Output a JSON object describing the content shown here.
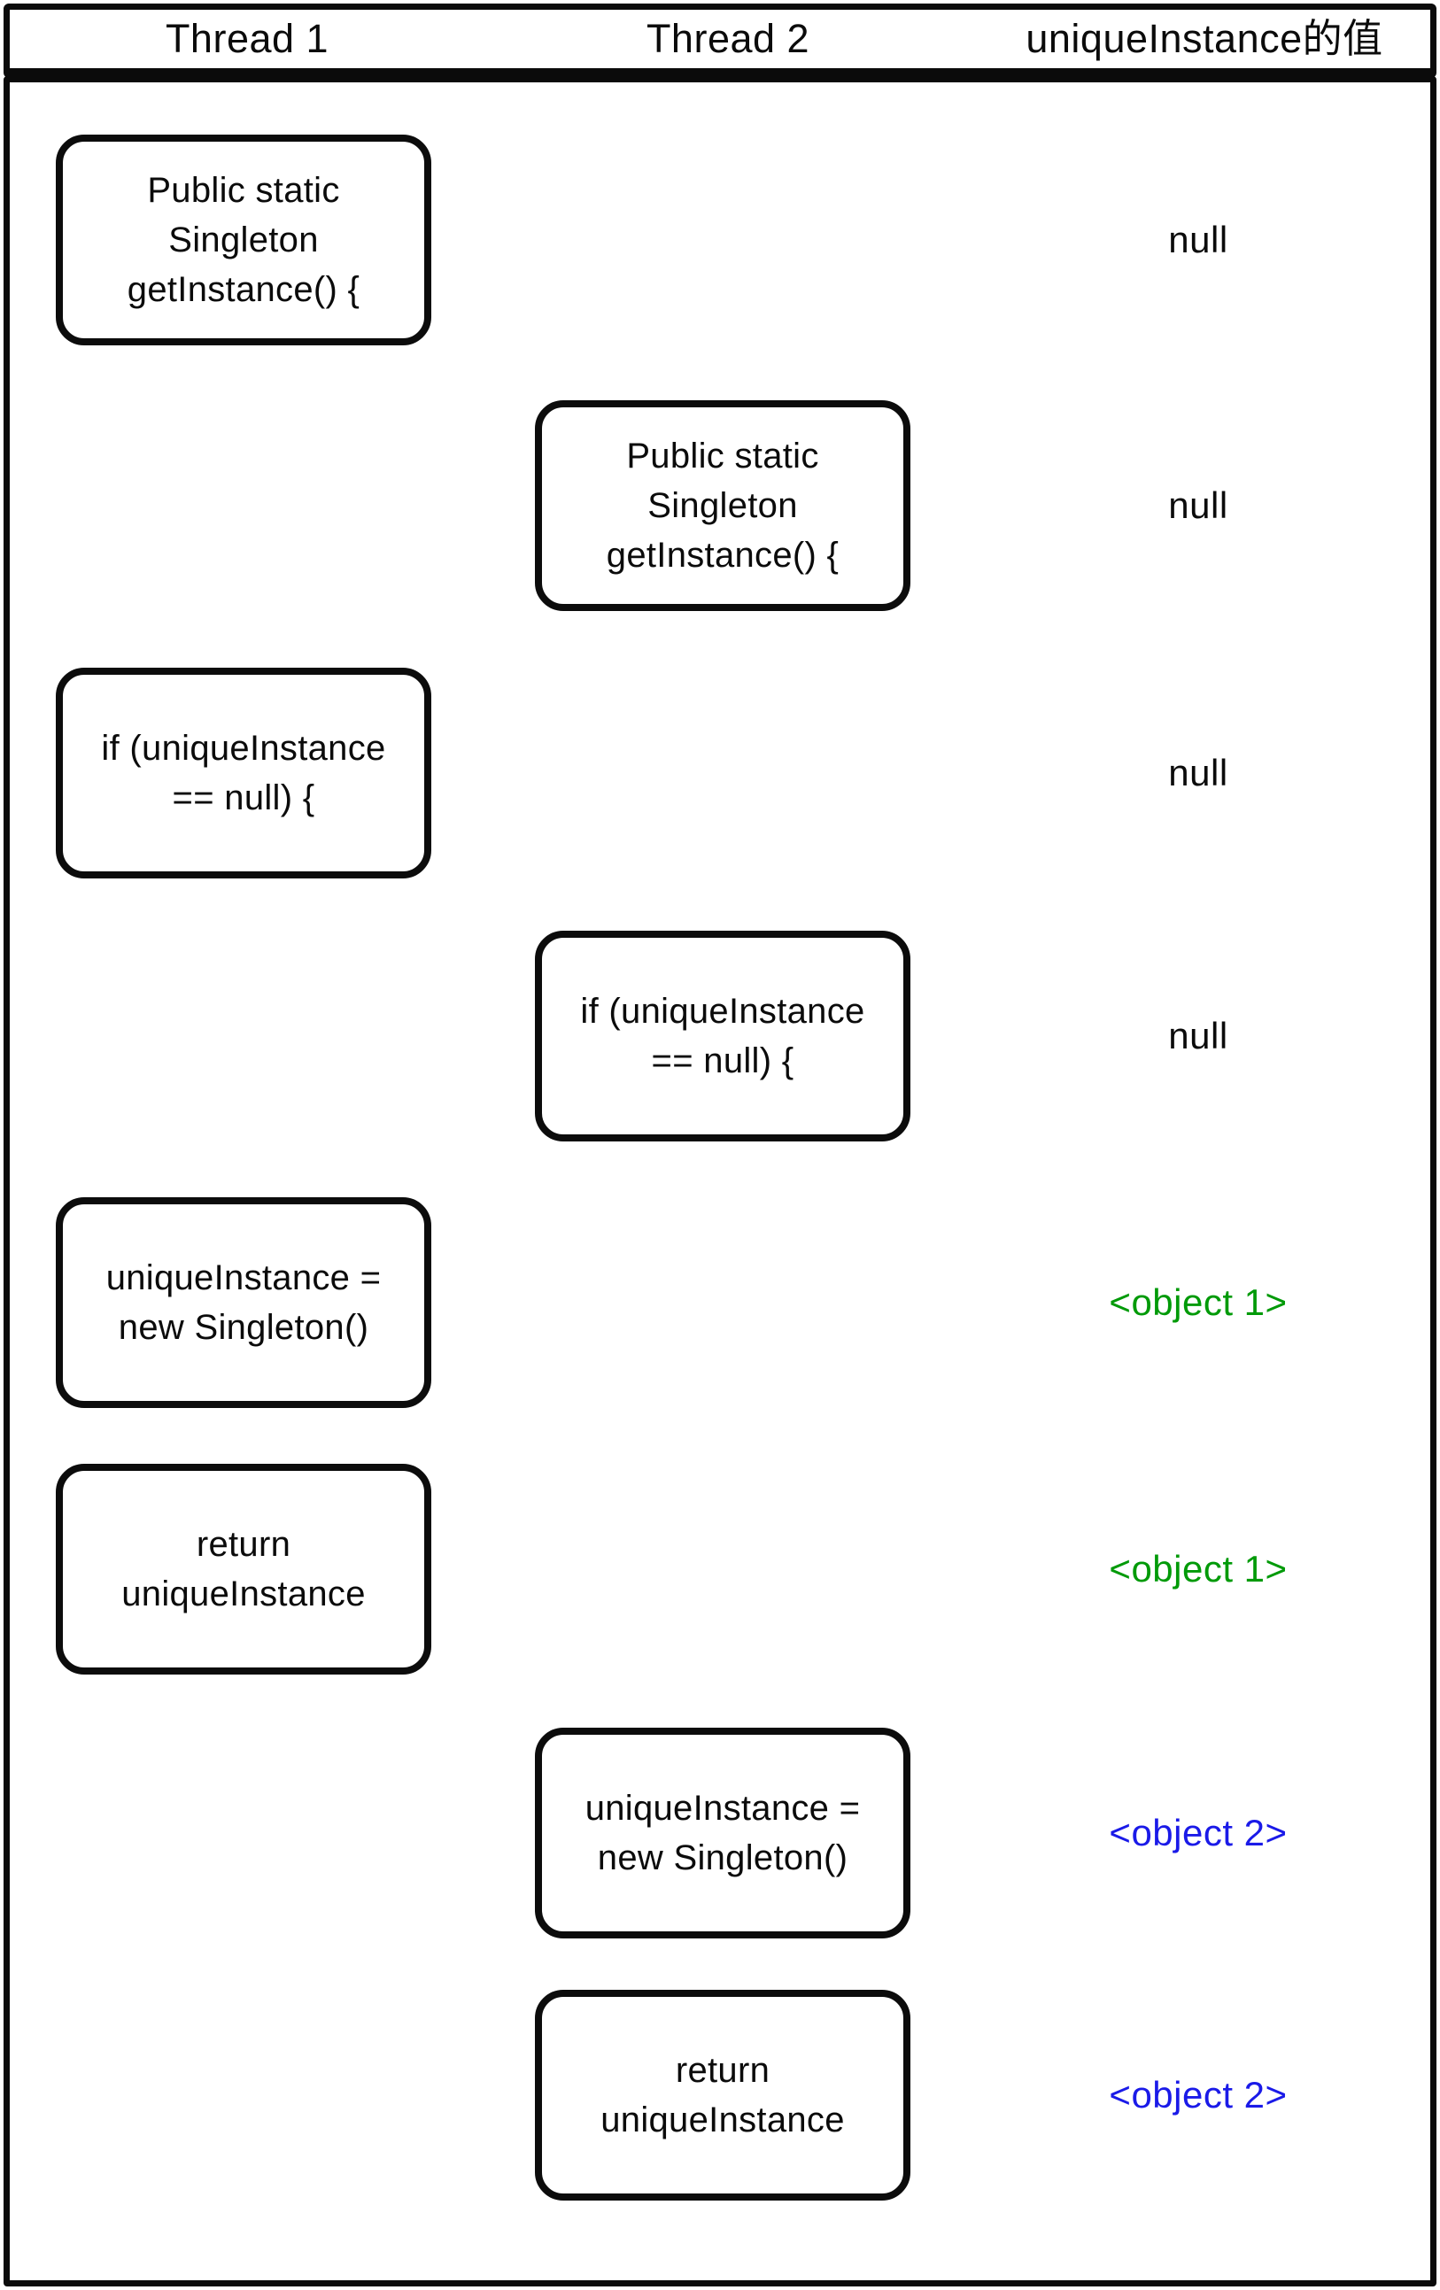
{
  "header": {
    "columns": [
      {
        "label": "Thread 1"
      },
      {
        "label": "Thread 2"
      },
      {
        "label": "uniqueInstance的值"
      }
    ]
  },
  "rows": [
    {
      "thread": "thread-1",
      "box": "Public static Singleton getInstance() {",
      "value": "null",
      "value_color": "#0b0b0b"
    },
    {
      "thread": "thread-2",
      "box": "Public static Singleton getInstance() {",
      "value": "null",
      "value_color": "#0b0b0b"
    },
    {
      "thread": "thread-1",
      "box": "if (uniqueInstance == null) {",
      "value": "null",
      "value_color": "#0b0b0b"
    },
    {
      "thread": "thread-2",
      "box": "if (uniqueInstance == null) {",
      "value": "null",
      "value_color": "#0b0b0b"
    },
    {
      "thread": "thread-1",
      "box": "uniqueInstance = new Singleton()",
      "value": "<object 1>",
      "value_color": "#009a08"
    },
    {
      "thread": "thread-1",
      "box": "return uniqueInstance",
      "value": "<object 1>",
      "value_color": "#009a08"
    },
    {
      "thread": "thread-2",
      "box": "uniqueInstance = new Singleton()",
      "value": "<object 2>",
      "value_color": "#1a1ae8"
    },
    {
      "thread": "thread-2",
      "box": "return uniqueInstance",
      "value": "<object 2>",
      "value_color": "#1a1ae8"
    }
  ],
  "colors": {
    "border": "#0b0b0b",
    "background": "#ffffff",
    "object1_green": "#009a08",
    "object2_blue": "#1a1ae8"
  }
}
